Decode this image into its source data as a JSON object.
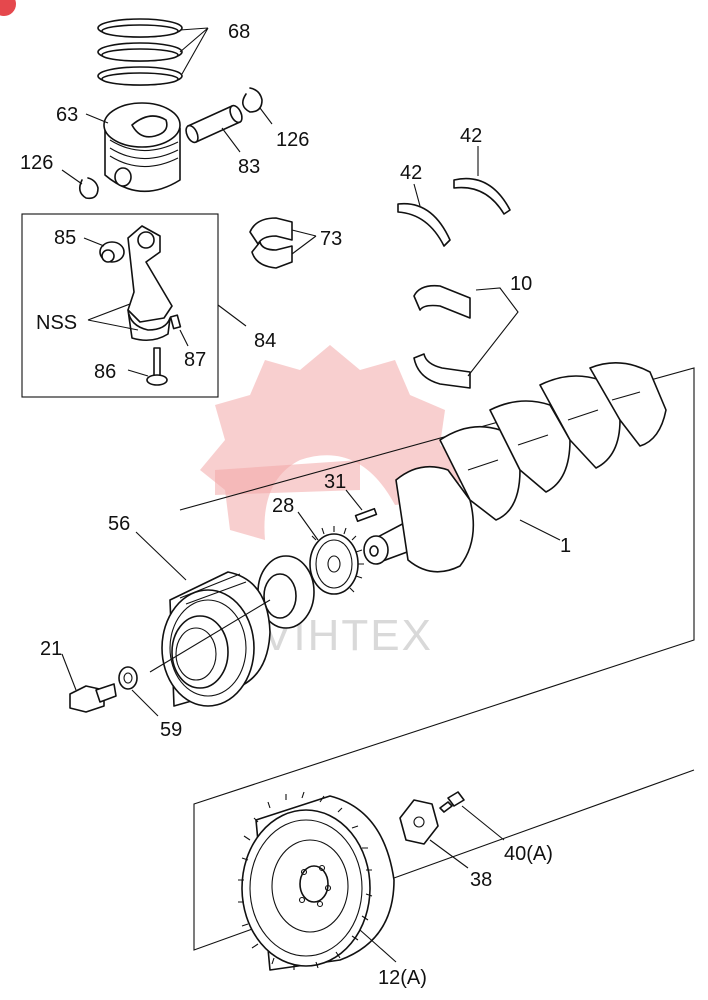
{
  "diagram": {
    "watermark_text": "VIHTEX",
    "colors": {
      "line": "#111111",
      "watermark_logo": "#f2a7a7",
      "watermark_text": "#d9d9d9",
      "corner_badge": "#e5484d"
    },
    "callouts": {
      "piston_rings": "68",
      "piston": "63",
      "snap_ring_right": "126",
      "snap_ring_left": "126",
      "piston_pin": "83",
      "thrust_washer_left": "42",
      "thrust_washer_right": "42",
      "conrod_bushing": "85",
      "nss": "NSS",
      "pin": "87",
      "conrod_assembly": "84",
      "conrod_bolt": "86",
      "conrod_bearing": "73",
      "main_bearing": "10",
      "crankshaft": "1",
      "key": "31",
      "timing_gear": "28",
      "pulley": "56",
      "spacer_ring": "",
      "bolt": "21",
      "washer": "59",
      "flywheel": "12(A)",
      "flywheel_plate": "38",
      "flywheel_bolt": "40(A)"
    }
  }
}
